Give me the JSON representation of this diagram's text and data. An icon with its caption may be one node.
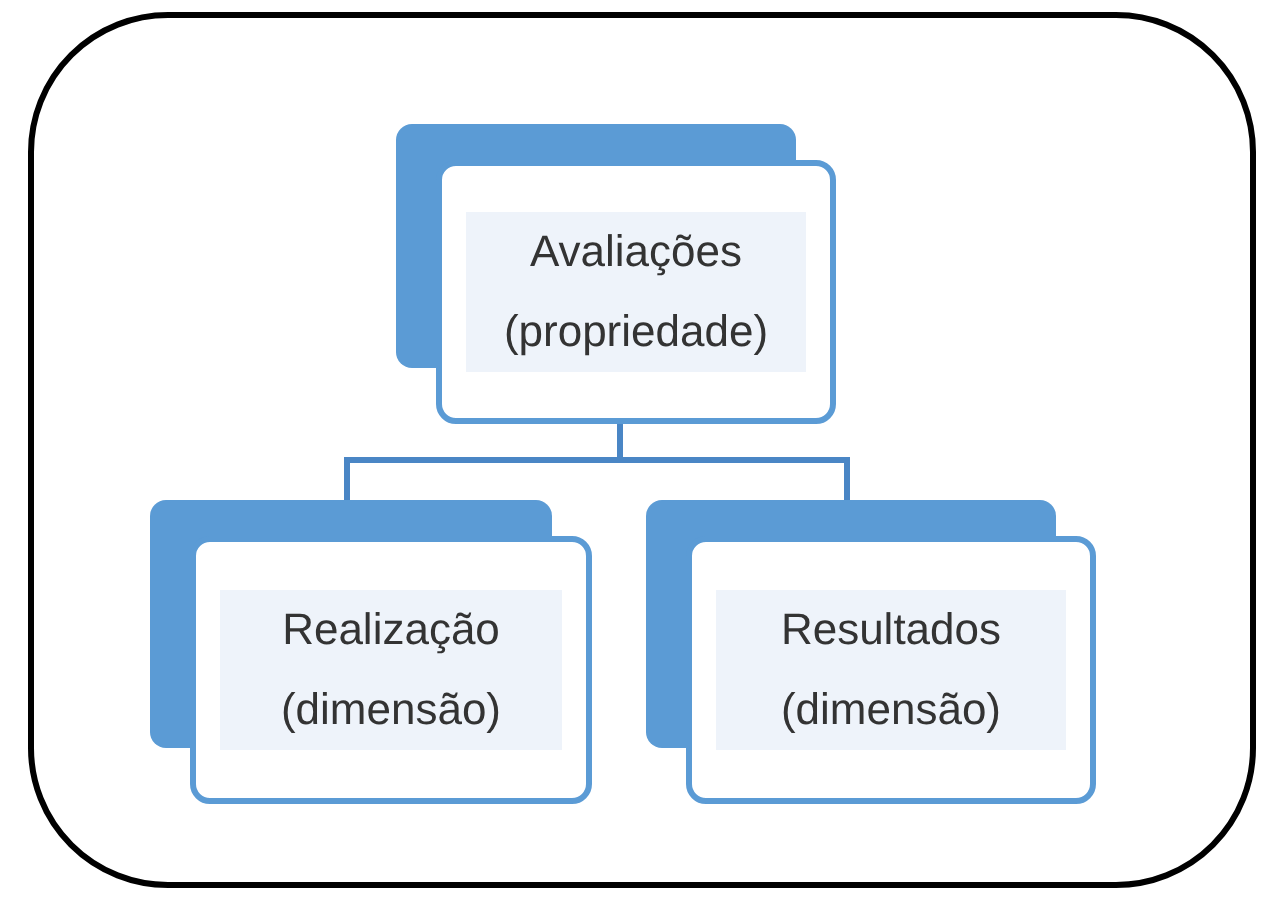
{
  "diagram": {
    "nodes": [
      {
        "text": [
          "Avaliações (propriedade)"
        ]
      },
      {
        "text": [
          "Realização (dimensão)"
        ]
      },
      {
        "text": [
          "Resultados (dimensão)"
        ]
      }
    ],
    "edges": [
      {
        "from": 0,
        "to": 1,
        "arrow": "none"
      },
      {
        "from": 0,
        "to": 2,
        "arrow": "none"
      }
    ]
  }
}
